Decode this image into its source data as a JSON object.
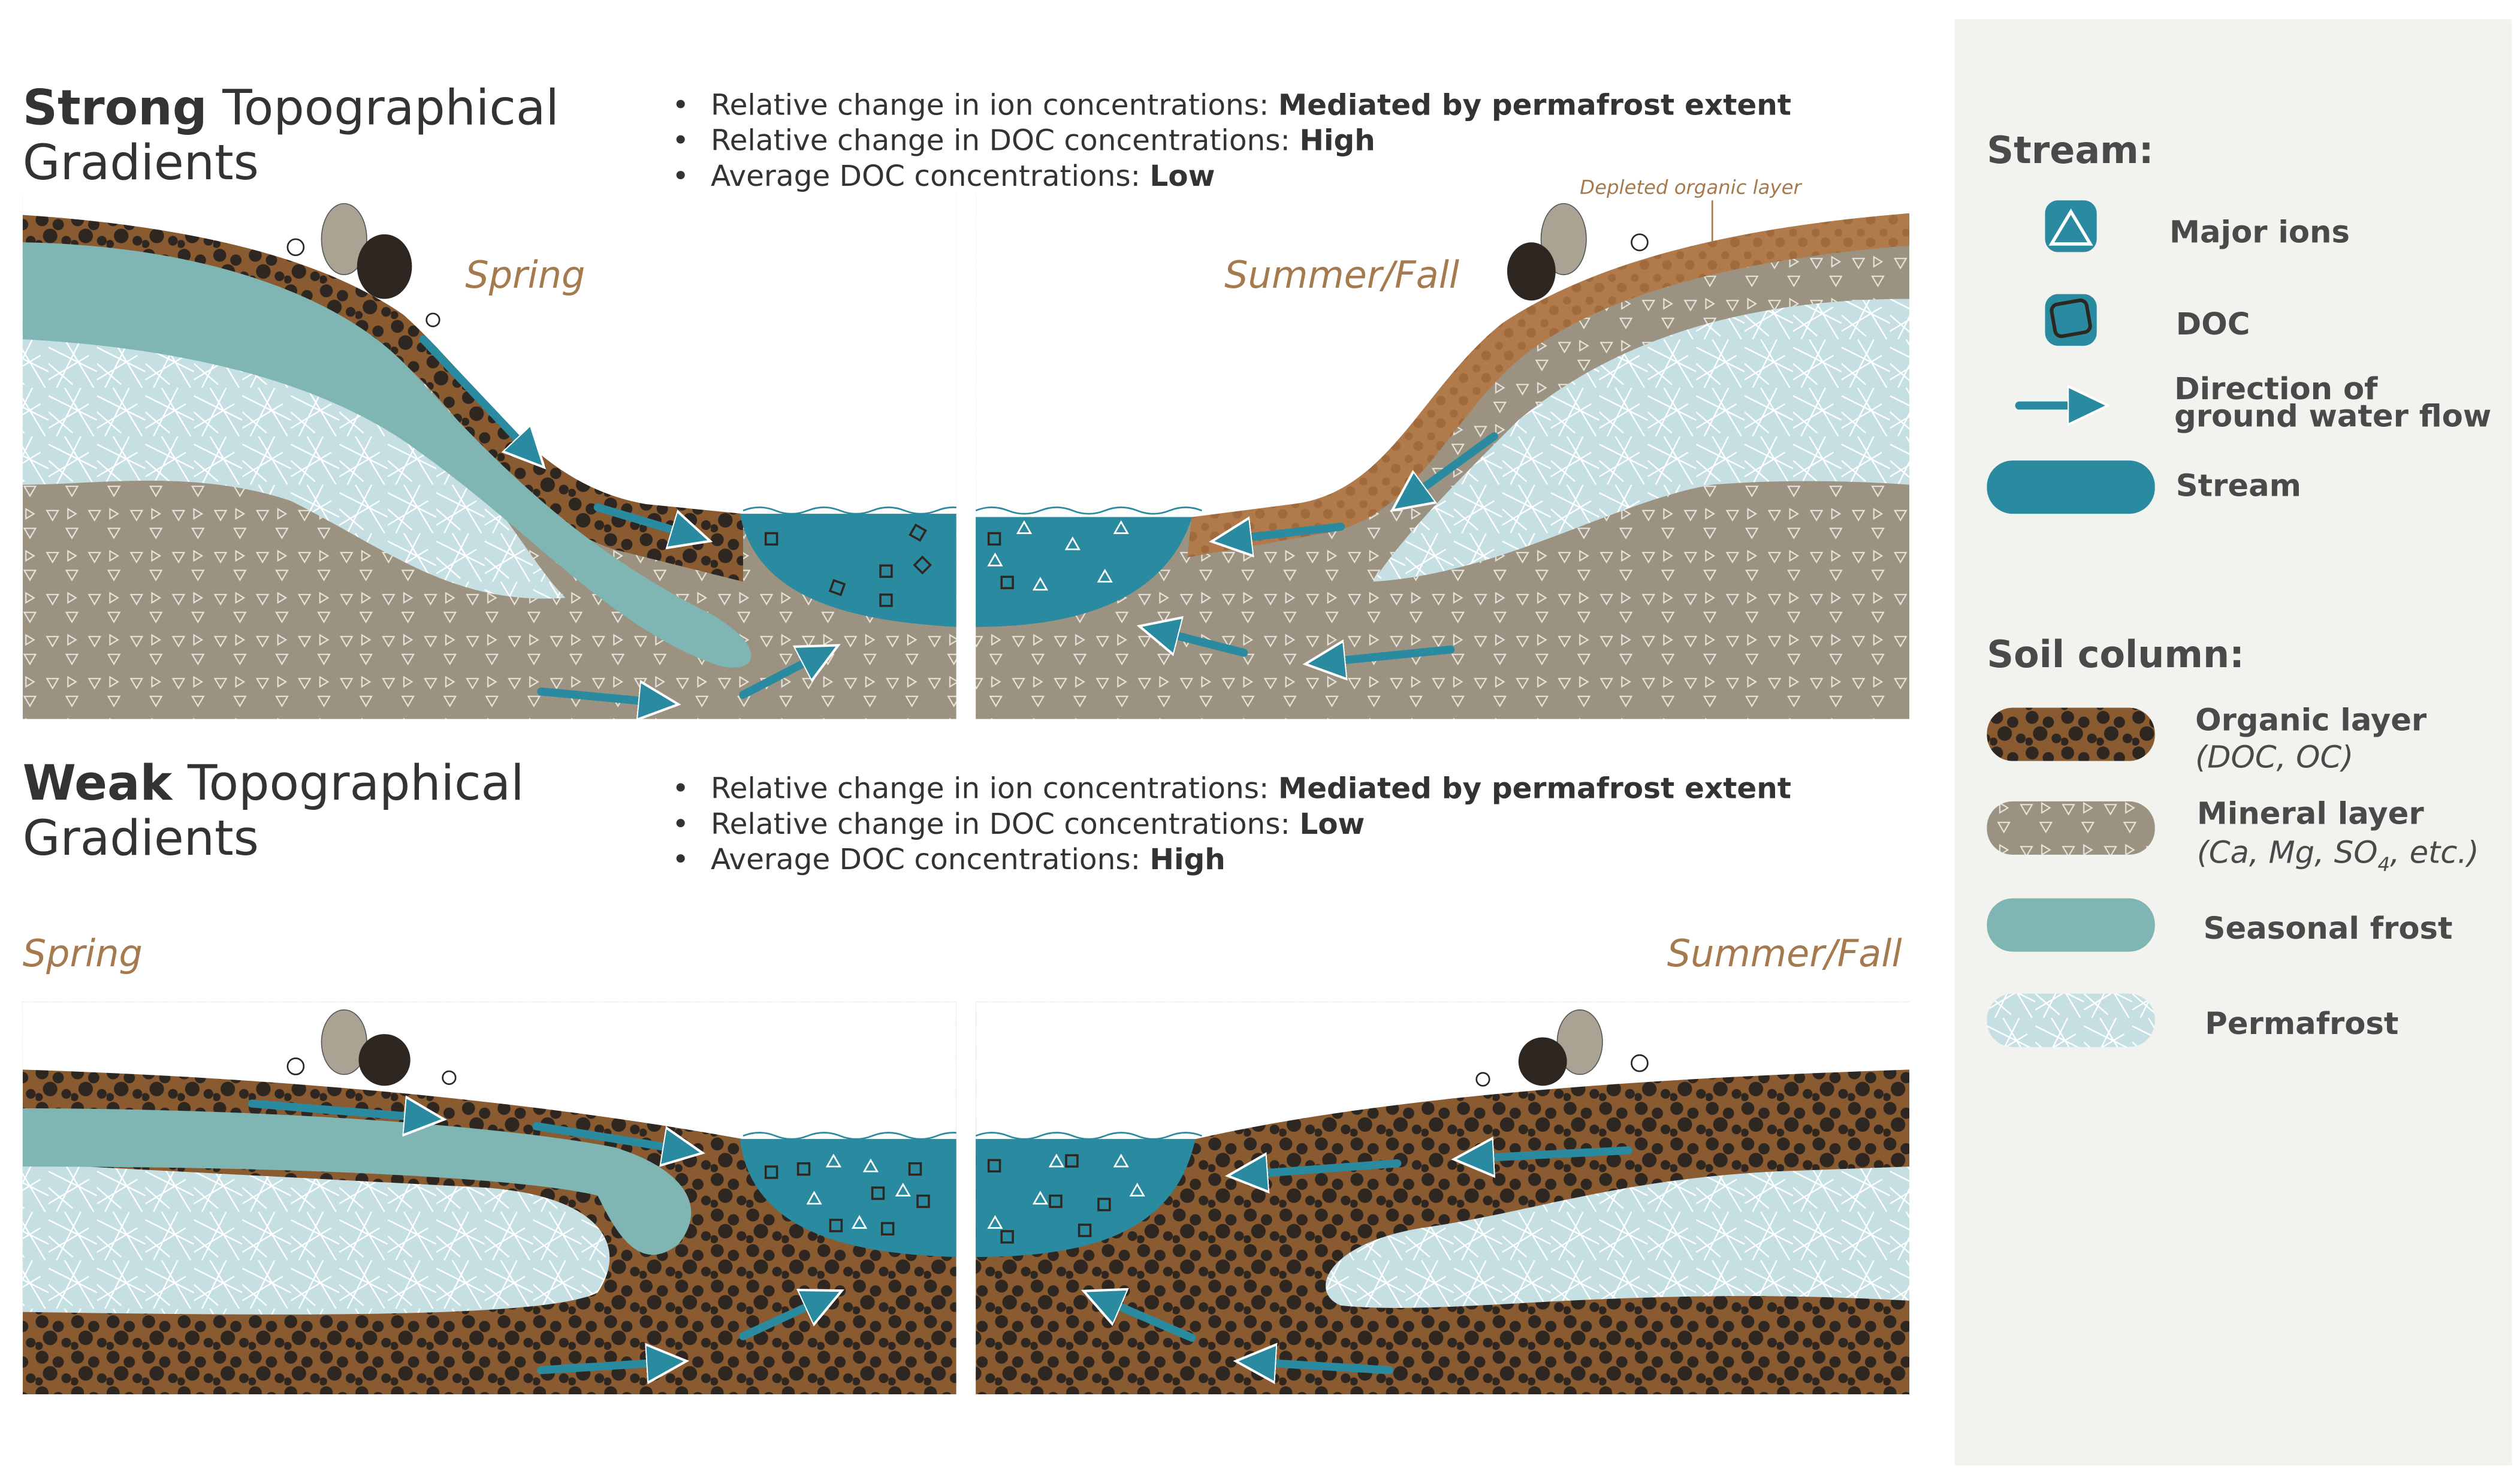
{
  "strong": {
    "title_bold": "Strong",
    "title_rest": " Topographical",
    "title_line2": "Gradients",
    "bullets": [
      {
        "label": "Relative change in ion concentrations: ",
        "value": "Mediated by permafrost extent"
      },
      {
        "label": "Relative change in DOC concentrations: ",
        "value": "High"
      },
      {
        "label": "Average DOC concentrations: ",
        "value": "Low"
      }
    ],
    "spring": "Spring",
    "summer": "Summer/Fall",
    "annotation": "Depleted organic layer"
  },
  "weak": {
    "title_bold": "Weak",
    "title_rest": " Topographical",
    "title_line2": "Gradients",
    "bullets": [
      {
        "label": "Relative change in ion concentrations: ",
        "value": "Mediated by permafrost extent"
      },
      {
        "label": "Relative change in DOC concentrations: ",
        "value": "Low"
      },
      {
        "label": "Average DOC concentrations: ",
        "value": "High"
      }
    ],
    "spring": "Spring",
    "summer": "Summer/Fall"
  },
  "legend": {
    "stream_heading": "Stream:",
    "major_ions": "Major ions",
    "doc": "DOC",
    "flow_line1": "Direction of",
    "flow_line2": "ground water flow",
    "stream": "Stream",
    "soil_heading": "Soil column:",
    "organic": "Organic layer",
    "organic_sub": "(DOC, OC)",
    "mineral": "Mineral layer",
    "mineral_sub_a": "(Ca, Mg, SO",
    "mineral_sub_sub": "4",
    "mineral_sub_b": ", etc.)",
    "seasonal_frost": "Seasonal frost",
    "permafrost": "Permafrost"
  },
  "colors": {
    "stream": "#2a8aa0",
    "seasonal_frost": "#7fb6b4",
    "permafrost": "#c6dfe2",
    "organic": "#8a5a30",
    "mineral": "#9b9282",
    "legend_bg": "#f2f2ee"
  }
}
